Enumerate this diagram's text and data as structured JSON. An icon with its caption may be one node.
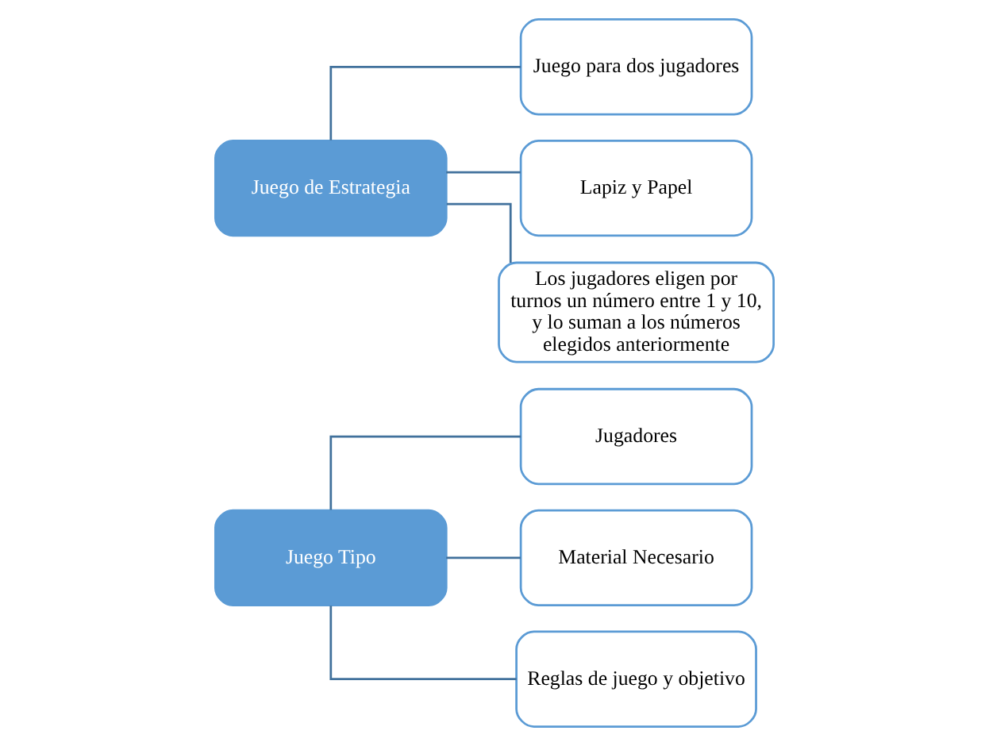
{
  "diagram": {
    "nodes": [
      {
        "text": [
          "Juego Tipo"
        ]
      },
      {
        "text": [
          "Jugadores"
        ]
      },
      {
        "text": [
          "Material Necesario"
        ]
      },
      {
        "text": [
          "Reglas de juego y objetivo"
        ]
      },
      {
        "text": [
          "Juego de Estrategia"
        ]
      },
      {
        "text": [
          "Juego para dos jugadores"
        ]
      },
      {
        "text": [
          "Lapiz y Papel"
        ]
      },
      {
        "text": [
          "Los jugadores eligen por turnos un número entre 1 y 10, y lo suman a los números elegidos anteriormente"
        ]
      }
    ],
    "edges": [
      {
        "from": 0,
        "to": 1,
        "arrow": "none"
      },
      {
        "from": 0,
        "to": 2,
        "arrow": "none"
      },
      {
        "from": 0,
        "to": 3,
        "arrow": "none"
      },
      {
        "from": 4,
        "to": 5,
        "arrow": "none"
      },
      {
        "from": 4,
        "to": 6,
        "arrow": "none"
      },
      {
        "from": 4,
        "to": 7,
        "arrow": "none"
      }
    ]
  }
}
